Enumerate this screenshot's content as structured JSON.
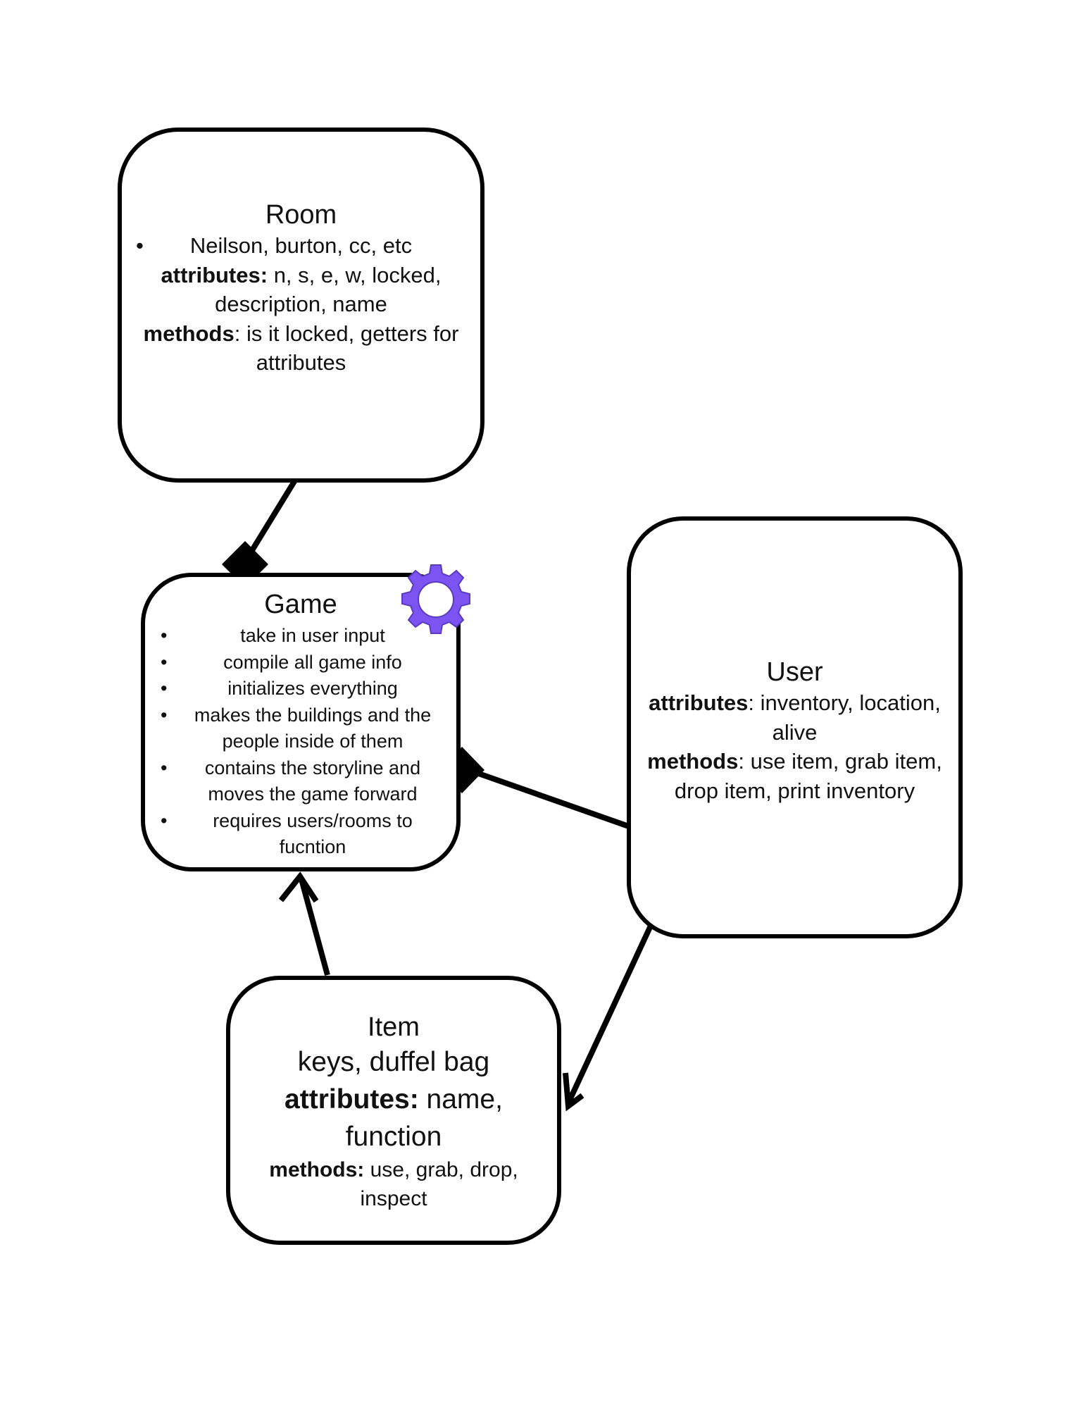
{
  "colors": {
    "stroke": "#000000",
    "gear_fill": "#7c54f2",
    "gear_stroke": "#5a3bbf",
    "background": "#ffffff"
  },
  "room": {
    "title": "Room",
    "bullet": "•",
    "example": "Neilson, burton, cc, etc",
    "attributes_label": "attributes:",
    "attributes_text_1": " n, s, e, w, locked,",
    "attributes_text_2": "description, name",
    "methods_label": "methods",
    "methods_text_1": ": is it locked, getters for",
    "methods_text_2": "attributes"
  },
  "game": {
    "title": "Game",
    "bullet": "•",
    "items": [
      "take in user input",
      "compile all game info",
      "initializes everything",
      "makes the buildings and the people inside of them",
      "contains the storyline and moves the game forward",
      "requires users/rooms to fucntion"
    ],
    "gear_icon": "gear-icon"
  },
  "user": {
    "title": "User",
    "attributes_label": "attributes",
    "attributes_text_1": ": inventory, location,",
    "attributes_text_2": "alive",
    "methods_label": "methods",
    "methods_text_1": ": use item, grab item,",
    "methods_text_2": "drop item, print inventory"
  },
  "item": {
    "title": "Item",
    "example": "keys, duffel bag",
    "attributes_label": "attributes:",
    "attributes_text_1": " name,",
    "attributes_text_2": "function",
    "methods_label": "methods:",
    "methods_text_1": " use, grab, drop,",
    "methods_text_2": "inspect"
  },
  "relations": [
    {
      "from": "Room",
      "to": "Game",
      "type": "composition"
    },
    {
      "from": "User",
      "to": "Game",
      "type": "composition"
    },
    {
      "from": "Item",
      "to": "Game",
      "type": "association-arrow"
    },
    {
      "from": "User",
      "to": "Item",
      "type": "association-arrow"
    }
  ]
}
